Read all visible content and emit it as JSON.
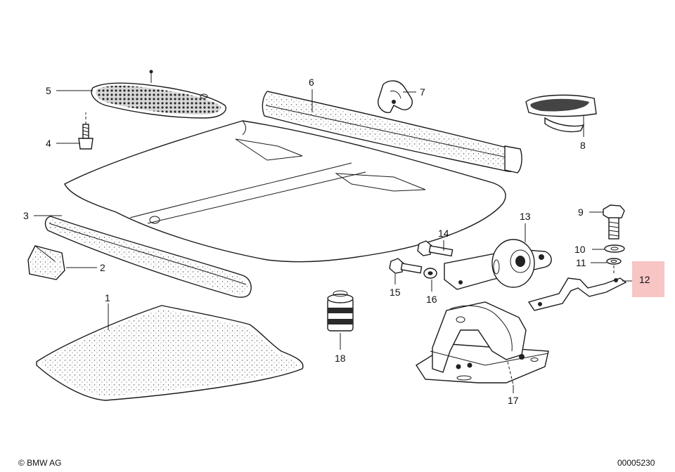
{
  "callouts": {
    "c1": "1",
    "c2": "2",
    "c3": "3",
    "c4": "4",
    "c5": "5",
    "c6": "6",
    "c7": "7",
    "c8": "8",
    "c9": "9",
    "c10": "10",
    "c11": "11",
    "c12": "12",
    "c13": "13",
    "c14": "14",
    "c15": "15",
    "c16": "16",
    "c17": "17",
    "c18": "18"
  },
  "highlight": {
    "callout": "12",
    "color": "#f9c4c4"
  },
  "footer": {
    "copyright": "© BMW AG",
    "drawing_number": "00005230"
  }
}
